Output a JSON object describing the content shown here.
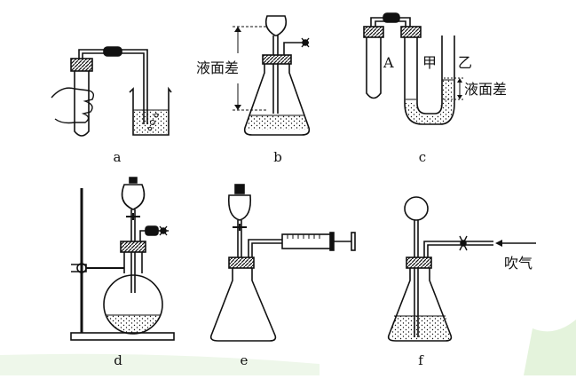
{
  "panels": [
    {
      "id": "a",
      "caption": "a"
    },
    {
      "id": "b",
      "caption": "b",
      "label": "液面差"
    },
    {
      "id": "c",
      "caption": "c",
      "labels": {
        "tube_a": "A",
        "tube_jia": "甲",
        "tube_yi": "乙",
        "diff": "液面差"
      }
    },
    {
      "id": "d",
      "caption": "d"
    },
    {
      "id": "e",
      "caption": "e"
    },
    {
      "id": "f",
      "caption": "f",
      "label": "吹气"
    }
  ],
  "colors": {
    "line": "#111111",
    "liquid_dots": "#111111",
    "rubber": "#111111",
    "corner_wash": "#e7f4df"
  }
}
